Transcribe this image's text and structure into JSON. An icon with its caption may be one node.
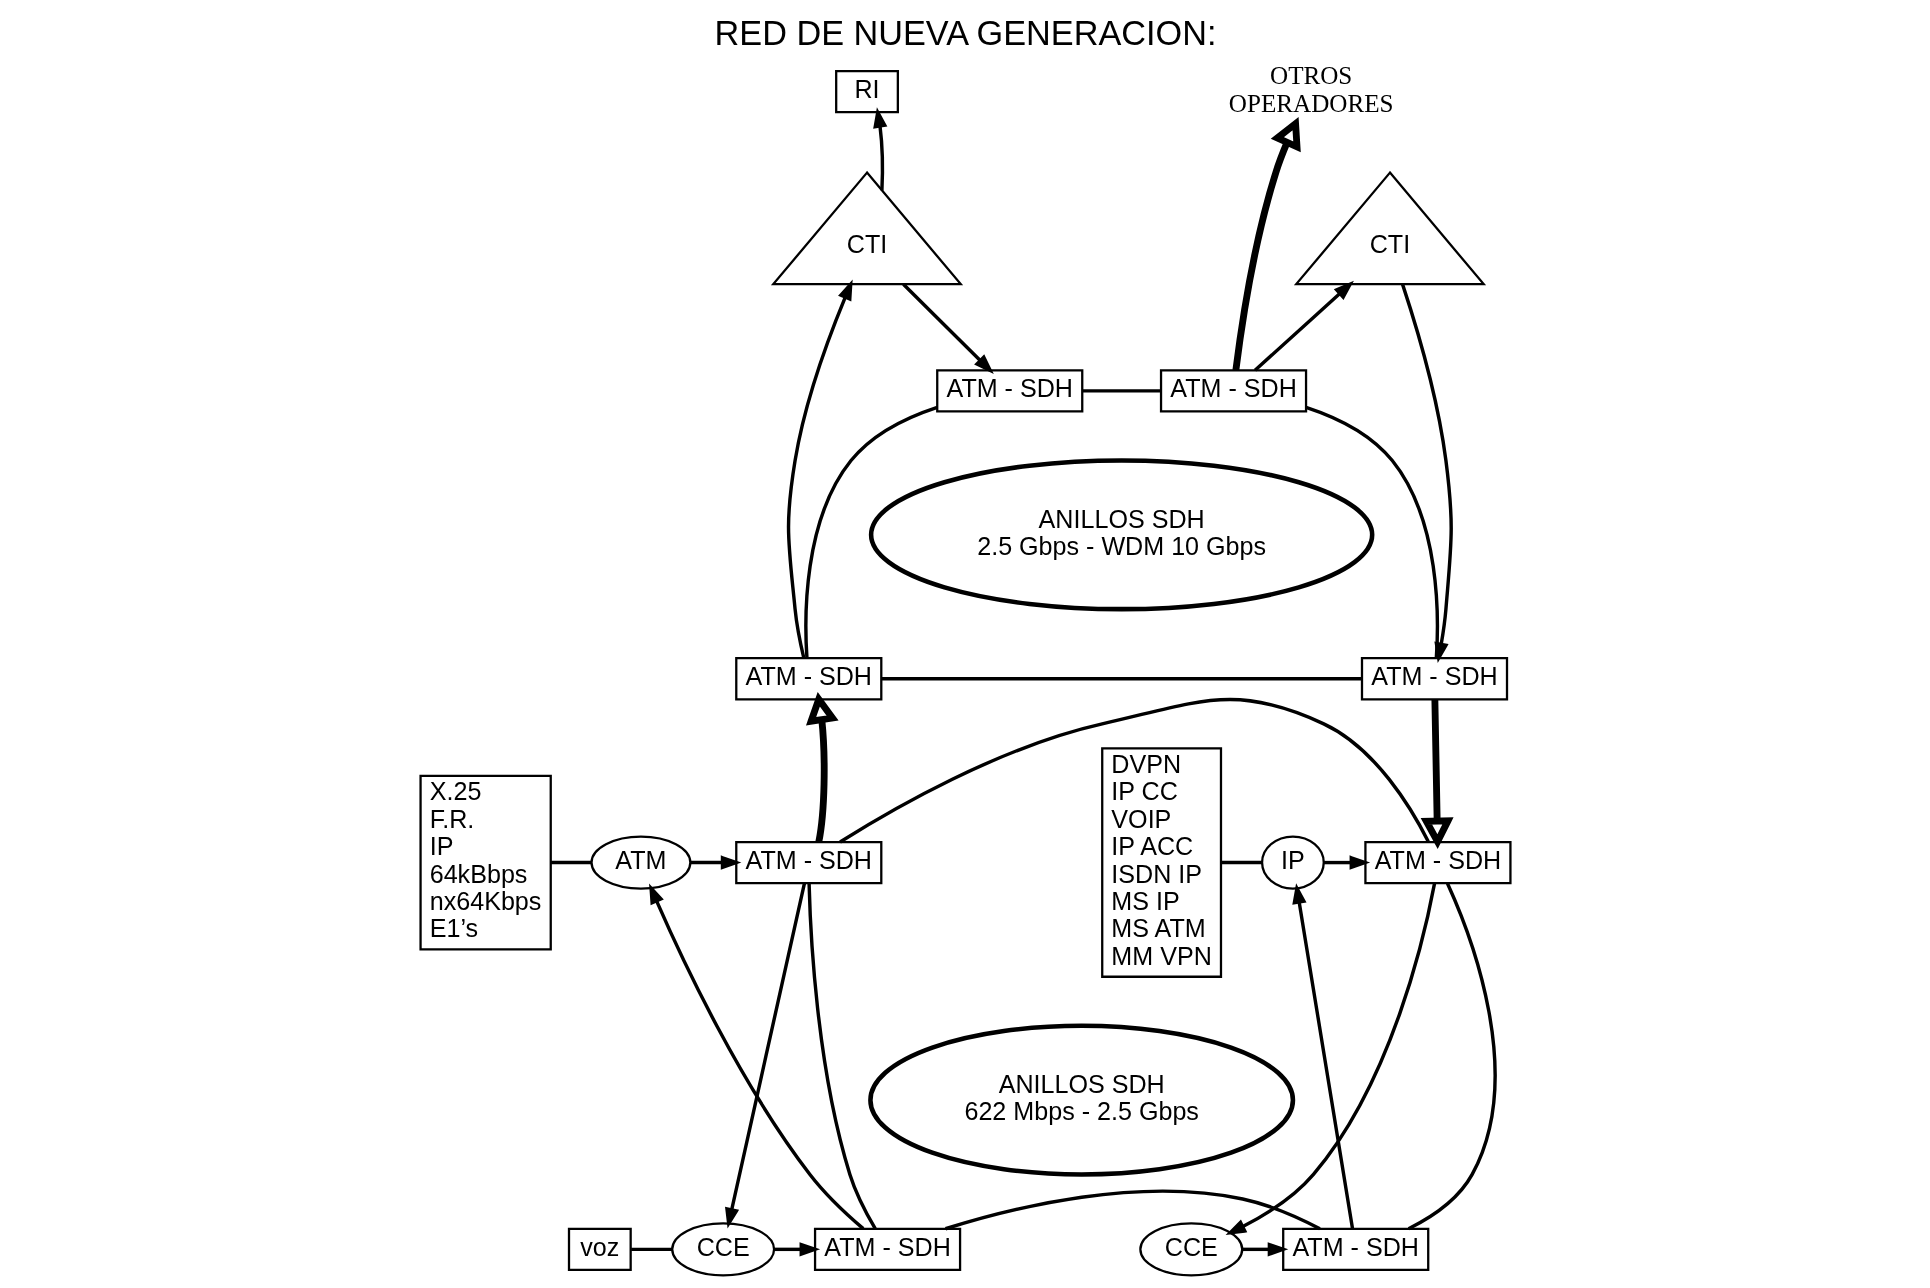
{
  "diagram": {
    "title": "RED DE NUEVA GENERACION:",
    "nodes": [
      {
        "text": [
          "RI"
        ]
      },
      {
        "text": [
          "OTROS OPERADORES"
        ]
      },
      {
        "text": [
          "CTI"
        ]
      },
      {
        "text": [
          "ATM - SDH"
        ]
      },
      {
        "text": [
          "ATM - SDH"
        ]
      },
      {
        "text": [
          "CTI"
        ]
      },
      {
        "text": [
          "ANILLOS SDH 2.5 Gbps - WDM 10 Gbps"
        ]
      },
      {
        "text": [
          "ATM - SDH"
        ]
      },
      {
        "text": [
          "ATM - SDH"
        ]
      },
      {
        "text": [
          "X.25 F.R. IP 64kBbps nx64Kbps E1’s"
        ]
      },
      {
        "text": [
          "ATM"
        ]
      },
      {
        "text": [
          "ATM - SDH"
        ]
      },
      {
        "text": [
          "ATM - SDH"
        ]
      },
      {
        "text": [
          "IP"
        ]
      },
      {
        "text": [
          "DVPN IP CC VOIP IP ACC ISDN IP MS IP MS ATM MM VPN"
        ]
      },
      {
        "text": [
          "ANILLOS SDH 622 Mbps - 2.5 Gbps"
        ]
      },
      {
        "text": [
          "voz"
        ]
      },
      {
        "text": [
          "CCE"
        ]
      },
      {
        "text": [
          "ATM - SDH"
        ]
      },
      {
        "text": [
          "ATM - SDH"
        ]
      },
      {
        "text": [
          "CCE"
        ]
      }
    ],
    "edges": [
      {
        "from": 2,
        "to": 0,
        "arrow": "to"
      },
      {
        "from": 2,
        "to": 3,
        "arrow": "to"
      },
      {
        "from": 3,
        "to": 4,
        "arrow": "none"
      },
      {
        "from": 4,
        "to": 1,
        "arrow": "to",
        "style": "thick"
      },
      {
        "from": 4,
        "to": 5,
        "arrow": "to"
      },
      {
        "from": 5,
        "to": 8,
        "arrow": "to"
      },
      {
        "from": 7,
        "to": 2,
        "arrow": "to"
      },
      {
        "from": 3,
        "to": 7,
        "arrow": "none"
      },
      {
        "from": 4,
        "to": 8,
        "arrow": "none"
      },
      {
        "from": 7,
        "to": 8,
        "arrow": "none"
      },
      {
        "from": 11,
        "to": 7,
        "arrow": "to",
        "style": "thick"
      },
      {
        "from": 8,
        "to": 12,
        "arrow": "to",
        "style": "thick"
      },
      {
        "from": 9,
        "to": 10,
        "arrow": "none"
      },
      {
        "from": 10,
        "to": 11,
        "arrow": "to"
      },
      {
        "from": 13,
        "to": 12,
        "arrow": "to"
      },
      {
        "from": 14,
        "to": 13,
        "arrow": "none"
      },
      {
        "from": 11,
        "to": 12,
        "arrow": "none"
      },
      {
        "from": 11,
        "to": 17,
        "arrow": "to"
      },
      {
        "from": 18,
        "to": 10,
        "arrow": "to"
      },
      {
        "from": 12,
        "to": 20,
        "arrow": "to"
      },
      {
        "from": 19,
        "to": 13,
        "arrow": "to"
      },
      {
        "from": 16,
        "to": 17,
        "arrow": "none"
      },
      {
        "from": 17,
        "to": 18,
        "arrow": "to"
      },
      {
        "from": 20,
        "to": 19,
        "arrow": "to"
      },
      {
        "from": 18,
        "to": 19,
        "arrow": "none"
      },
      {
        "from": 11,
        "to": 18,
        "arrow": "none"
      },
      {
        "from": 12,
        "to": 19,
        "arrow": "none"
      }
    ]
  }
}
